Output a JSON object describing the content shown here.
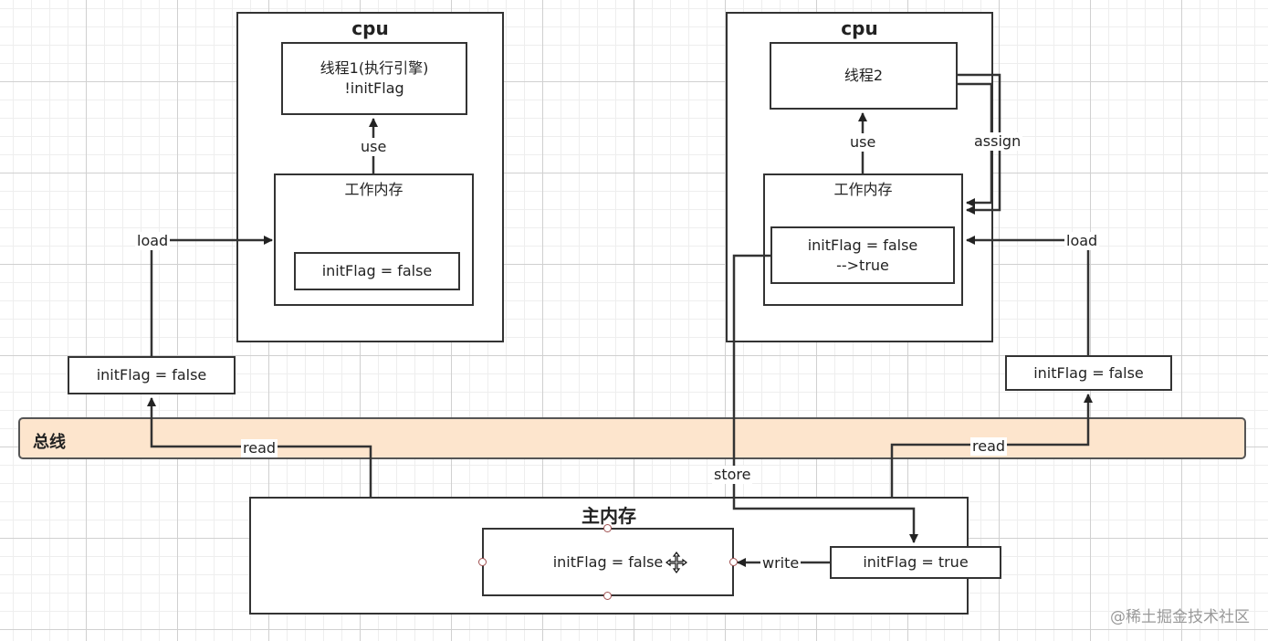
{
  "left_cpu": {
    "title": "cpu",
    "thread_line1": "线程1(执行引擎)",
    "thread_line2": "!initFlag",
    "use_label": "use",
    "work_memory_title": "工作内存",
    "work_value": "initFlag = false"
  },
  "right_cpu": {
    "title": "cpu",
    "thread": "线程2",
    "use_label": "use",
    "assign_label": "assign",
    "work_memory_title": "工作内存",
    "work_value_line1": "initFlag = false",
    "work_value_line2": "-->true"
  },
  "left_side": {
    "load_label": "load",
    "read_label": "read",
    "copy_value": "initFlag = false"
  },
  "right_side": {
    "load_label": "load",
    "read_label": "read",
    "copy_value": "initFlag = false"
  },
  "bus": {
    "label": "总线",
    "fill_color": "#fde5cd"
  },
  "store_label": "store",
  "main_memory": {
    "title": "主内存",
    "value": "initFlag = false",
    "write_label": "write",
    "incoming_value": "initFlag = true"
  },
  "watermark": "@稀土掘金技术社区"
}
